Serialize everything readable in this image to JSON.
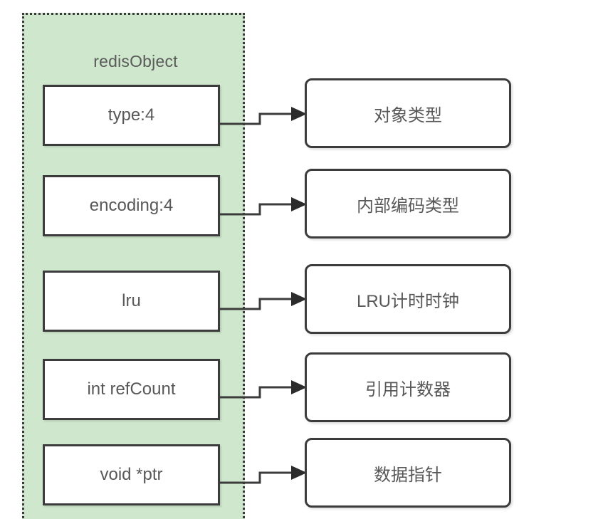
{
  "diagram": {
    "title": "redisObject",
    "struct_name": "redisObject",
    "colors": {
      "panel_fill": "#cfe8cd",
      "panel_border": "#3a3a3a",
      "box_border": "#3c3c3c",
      "box_fill": "#ffffff",
      "text": "#585858",
      "background": "#ffffff"
    },
    "fields": [
      {
        "name": "type:4",
        "description": "对象类型"
      },
      {
        "name": "encoding:4",
        "description": "内部编码类型"
      },
      {
        "name": "lru",
        "description": "LRU计时时钟"
      },
      {
        "name": "int refCount",
        "description": "引用计数器"
      },
      {
        "name": "void *ptr",
        "description": "数据指针"
      }
    ]
  }
}
